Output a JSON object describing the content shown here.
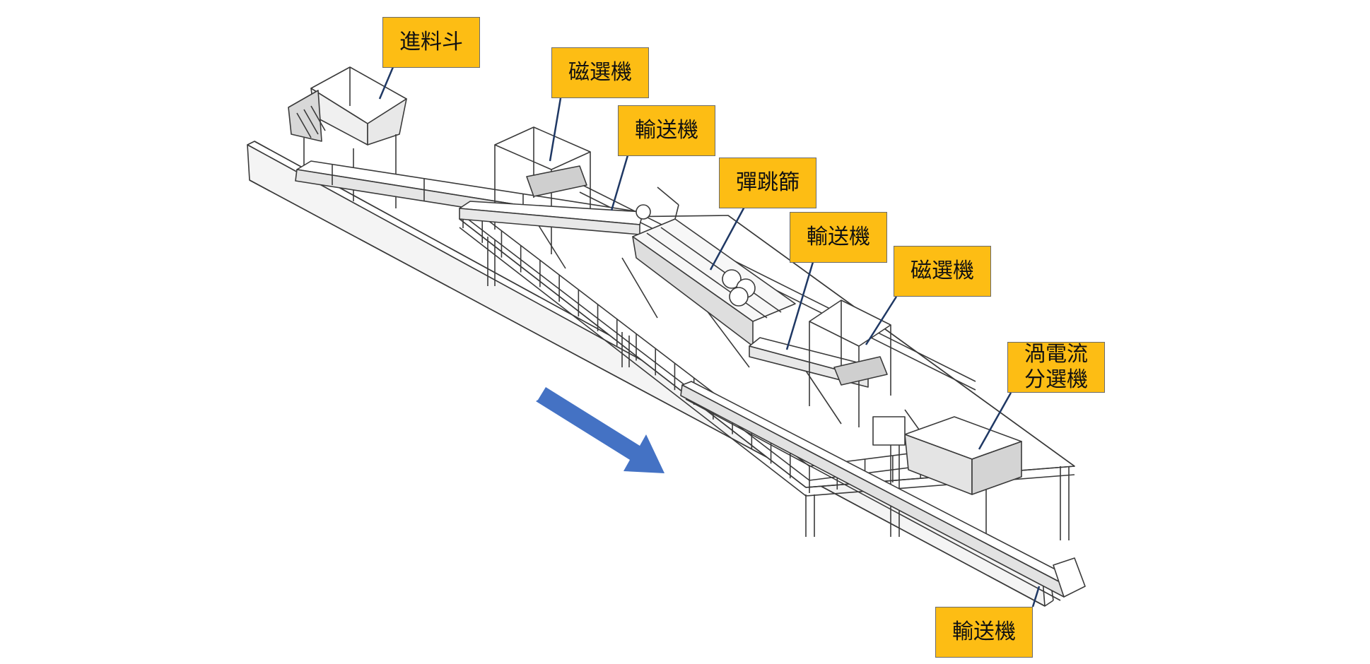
{
  "labels": {
    "feed_hopper": "進料斗",
    "magnetic_separator_1": "磁選機",
    "conveyor_1": "輸送機",
    "bounce_screen": "彈跳篩",
    "conveyor_2": "輸送機",
    "magnetic_separator_2": "磁選機",
    "eddy_current_separator": "渦電流\n分選機",
    "conveyor_3": "輸送機"
  },
  "colors": {
    "callout_fill": "#fdbd14",
    "leader_line": "#1f3864",
    "flow_arrow": "#4472c4",
    "drawing": "#3a3a3a"
  },
  "icons": {
    "flow_direction": "diagonal-arrow-down-right"
  }
}
